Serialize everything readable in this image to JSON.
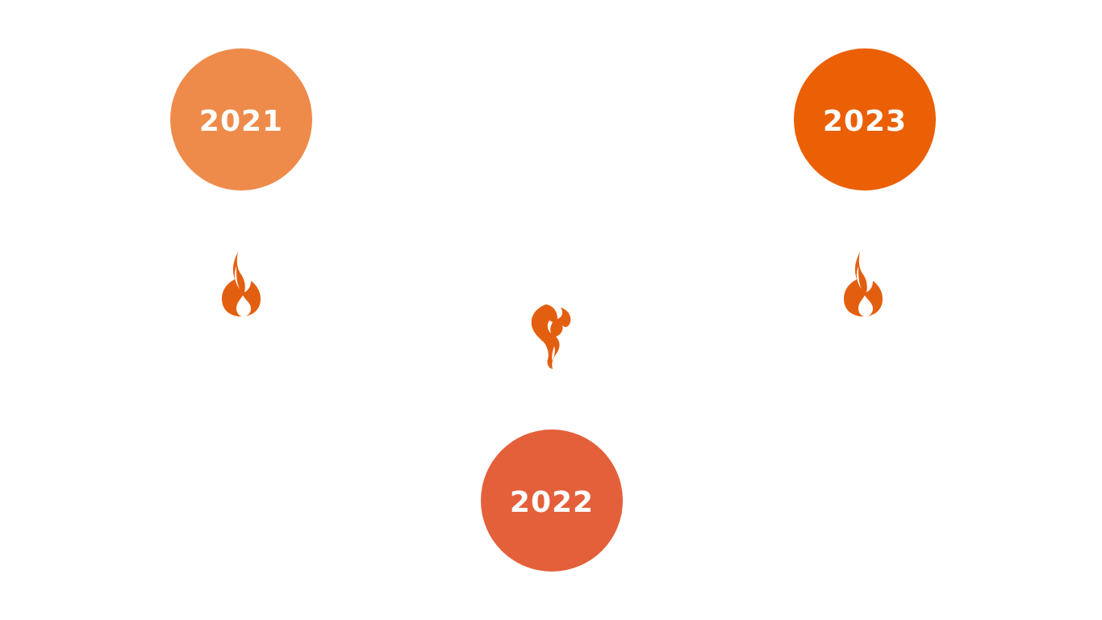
{
  "years": [
    {
      "label": "2021",
      "color": "#EE8B4B",
      "icon": "flame-icon"
    },
    {
      "label": "2022",
      "color": "#E3603B",
      "icon": "flame-wisp-icon"
    },
    {
      "label": "2023",
      "color": "#EB5F05",
      "icon": "flame-icon"
    }
  ],
  "icon_color": "#E35F10"
}
